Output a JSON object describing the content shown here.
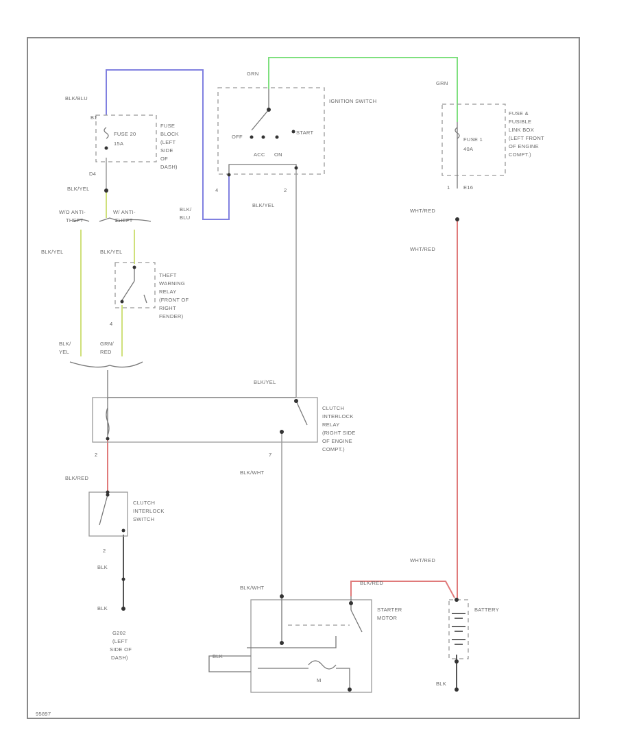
{
  "colors": {
    "green_wire": "#7fe07f",
    "blue_wire": "#8080e0",
    "red_wire": "#e07a7a",
    "yellow_wire": "#cfe07a",
    "gray_wire": "#b5b5b5",
    "dark_wire": "#555555",
    "frame": "#888888"
  },
  "components": {
    "ignition_switch": {
      "title": "IGNITION SWITCH",
      "off": "OFF",
      "acc": "ACC",
      "on": "ON",
      "start": "START"
    },
    "fuse_block": {
      "title_lines": [
        "FUSE",
        "BLOCK",
        "(LEFT",
        "SIDE",
        "OF",
        "DASH)"
      ],
      "fuse": "FUSE 20",
      "amps": "15A"
    },
    "fuse_link_box": {
      "title_lines": [
        "FUSE &",
        "FUSIBLE",
        "LINK BOX",
        "(LEFT FRONT",
        "OF ENGINE",
        "COMPT.)"
      ],
      "fuse": "FUSE 1",
      "amps": "40A"
    },
    "theft_relay": {
      "title_lines": [
        "THEFT",
        "WARNING",
        "RELAY",
        "(FRONT OF",
        "RIGHT",
        "FENDER)"
      ]
    },
    "clutch_relay": {
      "title_lines": [
        "CLUTCH",
        "INTERLOCK",
        "RELAY",
        "(RIGHT SIDE",
        "OF ENGINE",
        "COMPT.)"
      ]
    },
    "clutch_switch": {
      "title_lines": [
        "CLUTCH",
        "INTERLOCK",
        "SWITCH"
      ]
    },
    "starter_motor": {
      "title_lines": [
        "STARTER",
        "MOTOR"
      ],
      "m": "M"
    },
    "battery": {
      "title": "BATTERY"
    },
    "ground": {
      "title_lines": [
        "G202",
        "(LEFT",
        "SIDE OF",
        "DASH)"
      ]
    }
  },
  "wires": {
    "grn_left": "GRN",
    "grn_right": "GRN",
    "blk_blu_top": "BLK/BLU",
    "blk_blu_mid": [
      "BLK/",
      "BLU"
    ],
    "blk_yel_1": "BLK/YEL",
    "blk_yel_2": "BLK/YEL",
    "blk_yel_3": "BLK/YEL",
    "blk_yel_4": "BLK/YEL",
    "blk_yel_5": "BLK/YEL",
    "blk_yel_split": [
      "BLK/",
      "YEL"
    ],
    "grn_red": [
      "GRN/",
      "RED"
    ],
    "wo_anti": [
      "W/O ANTI-",
      "THEFT"
    ],
    "w_anti": [
      "W/ ANTI-",
      "THEFT"
    ],
    "wht_red_1": "WHT/RED",
    "wht_red_2": "WHT/RED",
    "wht_red_3": "WHT/RED",
    "blk_red_1": "BLK/RED",
    "blk_red_2": "BLK/RED",
    "blk_wht_1": "BLK/WHT",
    "blk_wht_2": "BLK/WHT",
    "blk_1": "BLK",
    "blk_2": "BLK",
    "blk_3": "BLK",
    "blk_4": "BLK"
  },
  "pins": {
    "p_b1": "B1",
    "p_d4": "D4",
    "p_4": "4",
    "p_2a": "2",
    "p_1": "1",
    "p_e16": "E16",
    "p_4b": "4",
    "p_2b": "2",
    "p_7": "7",
    "p_2c": "2"
  },
  "footer": {
    "id": "95897"
  }
}
